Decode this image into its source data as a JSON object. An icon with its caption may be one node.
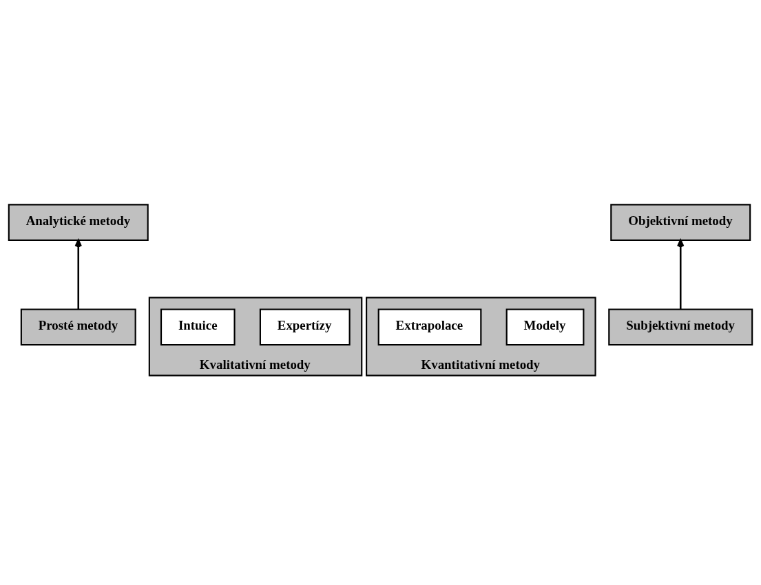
{
  "diagram": {
    "nodes": [
      {
        "text": [
          "Analytické metody"
        ]
      },
      {
        "text": [
          "Kvalitativní metody"
        ]
      },
      {
        "text": [
          "Expertízy"
        ],
        "in": 1
      },
      {
        "text": [
          "Intuice"
        ],
        "in": 1
      },
      {
        "text": [
          "Kvantitativní metody"
        ]
      },
      {
        "text": [
          "Modely"
        ],
        "in": 4
      },
      {
        "text": [
          "Extrapolace"
        ],
        "in": 4
      },
      {
        "text": [
          "Subjektivní metody"
        ]
      },
      {
        "text": [
          "Objektivní metody"
        ]
      },
      {
        "text": [
          "Prosté metody"
        ]
      }
    ],
    "edges": [
      {
        "from": 9,
        "to": 0,
        "arrow": "to"
      },
      {
        "from": 7,
        "to": 8,
        "arrow": "to"
      }
    ]
  }
}
